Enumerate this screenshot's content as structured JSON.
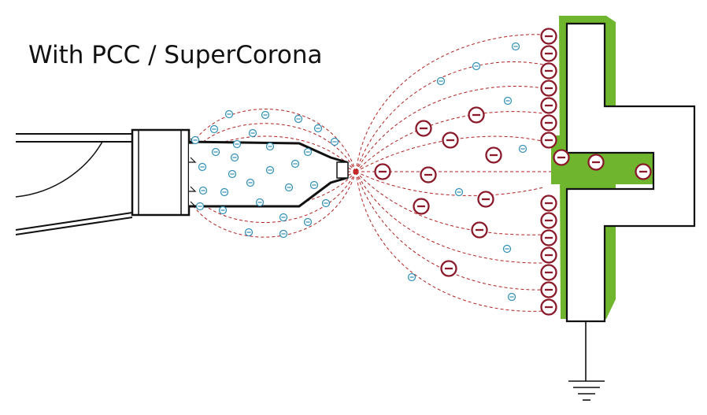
{
  "title": "With PCC / SuperCorona",
  "colors": {
    "field_line": "#b22222",
    "small_ion": "#2e8fb5",
    "large_ion": "#8b1a2b",
    "coating": "#6fb52e",
    "outline": "#111111"
  },
  "icons": {
    "charged_particle": "minus-in-circle",
    "free_ion": "minus-in-circle",
    "ground": "ground-symbol"
  }
}
